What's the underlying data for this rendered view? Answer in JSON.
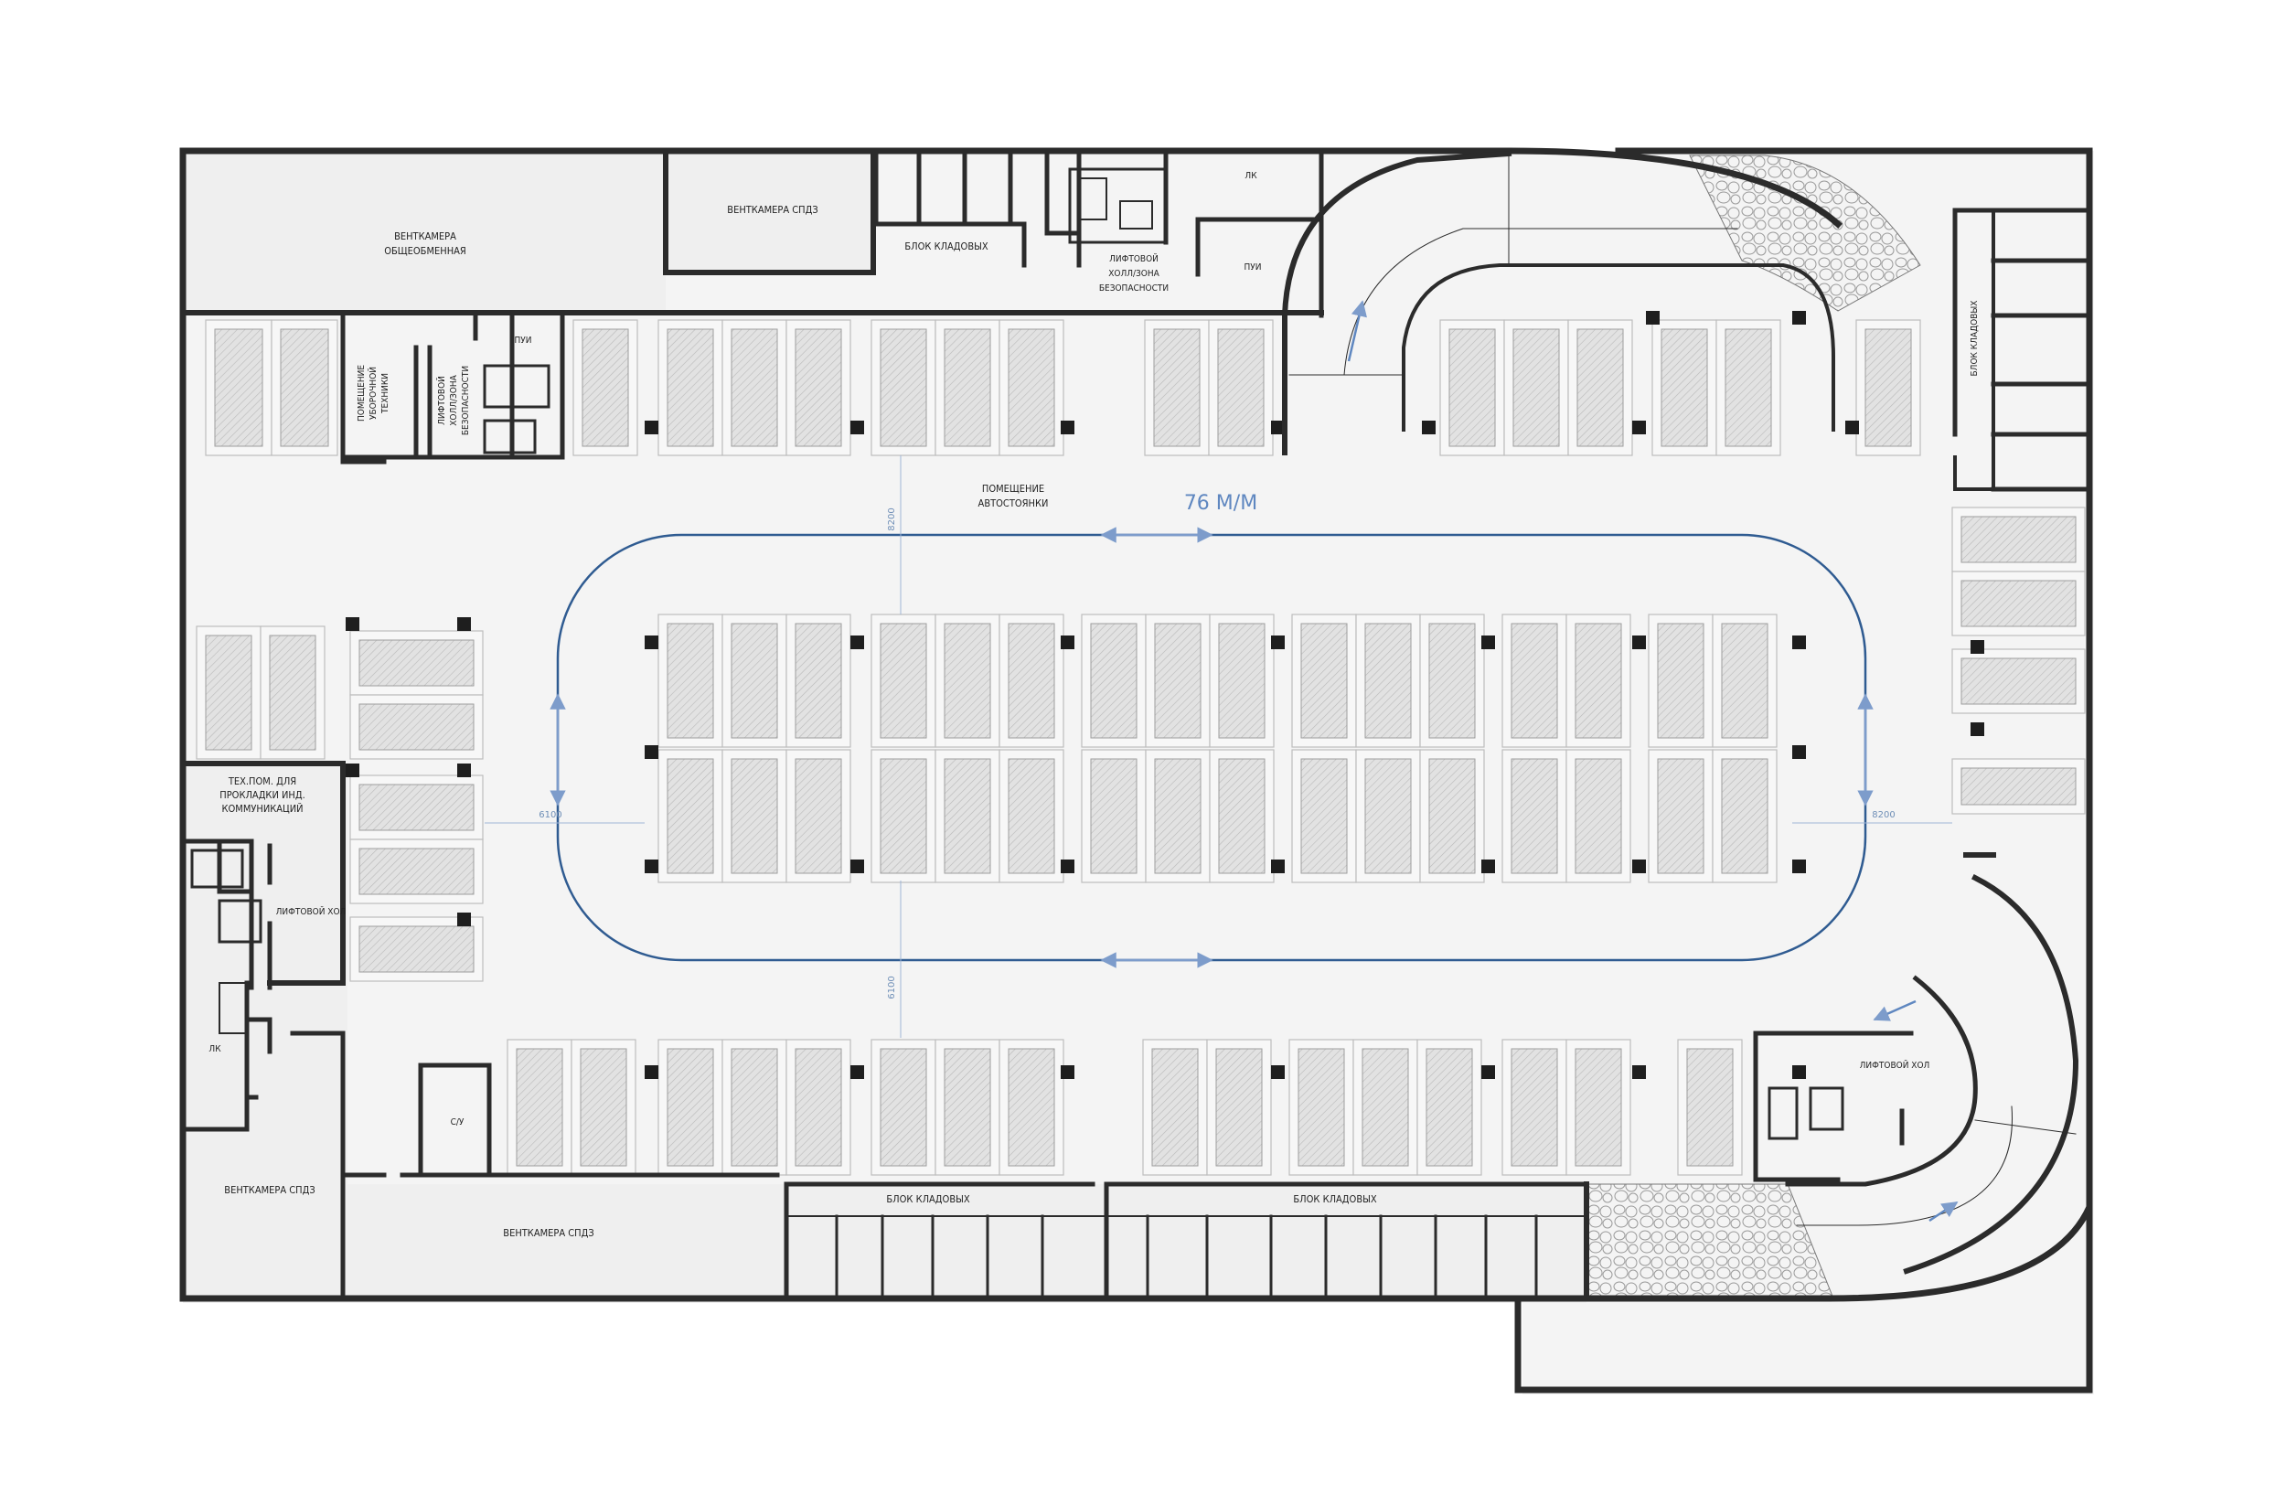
{
  "plan": {
    "capacity_label": "76 М/М",
    "dims": {
      "d1": "8200",
      "d2": "6100",
      "d3": "6100",
      "d4": "8200"
    },
    "colors": {
      "wall": "#2b2b2b",
      "floor": "#f4f4f4",
      "room": "#efefef",
      "route": "#2f5b91",
      "arrow": "#7d9ccb",
      "car": "#bfbfbf"
    },
    "rooms": {
      "vent_common": [
        "ВЕНТКАМЕРА",
        "ОБЩЕОБМЕННАЯ"
      ],
      "vent_spdz_top": "ВЕНТКАМЕРА СПДЗ",
      "storage_top": "БЛОК КЛАДОВЫХ",
      "lift_hall_safety_top": [
        "ЛИФТОВОЙ",
        "ХОЛЛ/ЗОНА",
        "БЕЗОПАСНОСТИ"
      ],
      "lk_top": "ЛК",
      "pui_top": "ПУИ",
      "pui_left": "ПУИ",
      "cleaning": [
        "ПОМЕЩЕНИЕ",
        "УБОРОЧНОЙ",
        "ТЕХНИКИ"
      ],
      "lift_hall_safety_left": [
        "ЛИФТОВОЙ",
        "ХОЛЛ/ЗОНА",
        "БЕЗОПАСНОСТИ"
      ],
      "parking": [
        "ПОМЕЩЕНИЕ",
        "АВТОСТОЯНКИ"
      ],
      "storage_right": "БЛОК КЛАДОВЫХ",
      "tech_room": [
        "ТЕХ.ПОМ. ДЛЯ",
        "ПРОКЛАДКИ ИНД.",
        "КОММУНИКАЦИЙ"
      ],
      "lift_hall_left": "ЛИФТОВОЙ ХОЛ",
      "lk_left": "ЛК",
      "wc": "С/У",
      "vent_spdz_left": "ВЕНТКАМЕРА СПДЗ",
      "vent_spdz_bottom": "ВЕНТКАМЕРА СПДЗ",
      "storage_bottom_1": "БЛОК КЛАДОВЫХ",
      "storage_bottom_2": "БЛОК КЛАДОВЫХ",
      "lift_hall_right": "ЛИФТОВОЙ ХОЛ"
    }
  }
}
